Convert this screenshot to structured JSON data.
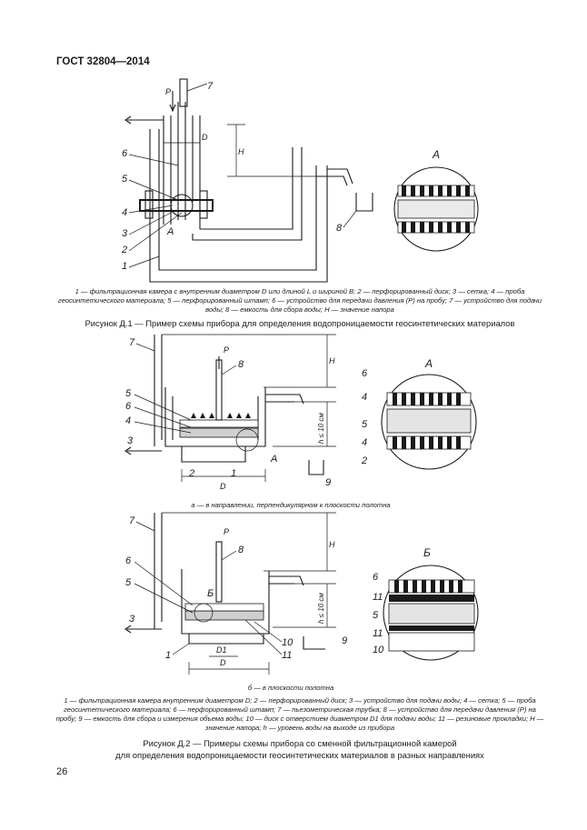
{
  "header": {
    "standard": "ГОСТ 32804—2014"
  },
  "figure1": {
    "labels": {
      "p": "P",
      "l7": "7",
      "l6": "6",
      "l5": "5",
      "l4": "4",
      "l3": "3",
      "l2": "2",
      "l1": "1",
      "la": "A",
      "d": "D",
      "h": "H",
      "l8": "8",
      "detail": "A"
    },
    "legend": "1 — фильтрационная камера с внутренним диаметром D или длиной L и шириной B; 2 — перфорированный диск; 3 — сетка; 4 — проба геосинтетического материала; 5 — перфорированный штамп; 6 — устройство для передачи давления (P) на пробу; 7 — устройство для подачи воды; 8 — емкость для сбора воды; H — значение напора",
    "caption": "Рисунок Д.1 — Пример схемы прибора для определения водопроницаемости геосинтетических материалов"
  },
  "figure2a": {
    "labels": {
      "l7": "7",
      "p": "P",
      "l8": "8",
      "h": "H",
      "l5": "5",
      "l6": "6",
      "l4": "4",
      "l3": "3",
      "l2": "2",
      "l1": "1",
      "la": "A",
      "d": "D",
      "hcm": "h ≤ 10 см",
      "l9": "9",
      "detail": "A",
      "d6": "6",
      "d4a": "4",
      "d5": "5",
      "d4b": "4",
      "d2": "2"
    },
    "sub": "а — в направлении, перпендикулярном к плоскости полотна"
  },
  "figure2b": {
    "labels": {
      "l7": "7",
      "p": "P",
      "l8": "8",
      "h": "H",
      "l6": "6",
      "l5": "5",
      "lb": "Б",
      "l3": "3",
      "l1": "1",
      "d1": "D1",
      "d": "D",
      "l10": "10",
      "l11": "11",
      "hcm": "h ≤ 10 см",
      "l9": "9",
      "detail": "Б",
      "d6": "6",
      "d11a": "11",
      "d5": "5",
      "d11b": "11",
      "d10": "10"
    },
    "sub": "б — в плоскости полотна",
    "legend": "1 — фильтрационная камера внутренним диаметром D; 2 — перфорированный диск; 3 — устройство для подачи воды; 4 — сетка; 5 — проба геосинтетического материала; 6 — перфорированный штамп; 7 — пьезометрическая трубка; 8 — устройство для передачи давления (P) на пробу; 9 — емкость для сбора и измерения объема воды; 10 — диск с отверстием диаметром D1 для подачи воды; 11 — резиновые прокладки; H — значение напора; h — уровень воды на выходе из прибора",
    "caption_line1": "Рисунок Д.2 — Примеры схемы прибора со сменной фильтрационной камерой",
    "caption_line2": "для определения водопроницаемости геосинтетических материалов в разных направлениях"
  },
  "page_number": "26"
}
